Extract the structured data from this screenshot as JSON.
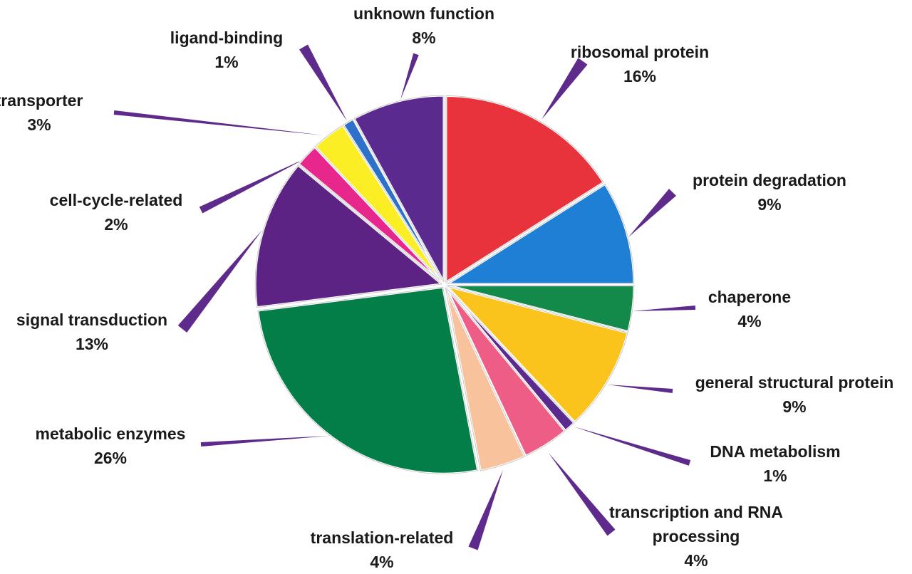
{
  "chart_data": {
    "type": "pie",
    "title": "",
    "start": "top, clockwise",
    "slices": [
      {
        "label": "ribosomal protein",
        "value": 16,
        "pct_label": "16%",
        "color": "#e8333d"
      },
      {
        "label": "protein degradation",
        "value": 9,
        "pct_label": "9%",
        "color": "#1f7fd4"
      },
      {
        "label": "chaperone",
        "value": 4,
        "pct_label": "4%",
        "color": "#138a4a"
      },
      {
        "label": "general structural protein",
        "value": 9,
        "pct_label": "9%",
        "color": "#fbc41c"
      },
      {
        "label": "DNA metabolism",
        "value": 1,
        "pct_label": "1%",
        "color": "#5a2a8e"
      },
      {
        "label": "transcription and RNA processing",
        "value": 4,
        "pct_label": "4%",
        "color": "#ee5d86"
      },
      {
        "label": "translation-related",
        "value": 4,
        "pct_label": "4%",
        "color": "#f8c39c"
      },
      {
        "label": "metabolic enzymes",
        "value": 26,
        "pct_label": "26%",
        "color": "#047e48"
      },
      {
        "label": "signal transduction",
        "value": 13,
        "pct_label": "13%",
        "color": "#5c2384"
      },
      {
        "label": "cell-cycle-related",
        "value": 2,
        "pct_label": "2%",
        "color": "#e7278c"
      },
      {
        "label": "transporter",
        "value": 3,
        "pct_label": "3%",
        "color": "#fbee24"
      },
      {
        "label": "ligand-binding",
        "value": 1,
        "pct_label": "1%",
        "color": "#2d71c9"
      },
      {
        "label": "unknown function",
        "value": 8,
        "pct_label": "8%",
        "color": "#5a2a8e"
      }
    ],
    "leader_color": "#5e2b8c"
  }
}
